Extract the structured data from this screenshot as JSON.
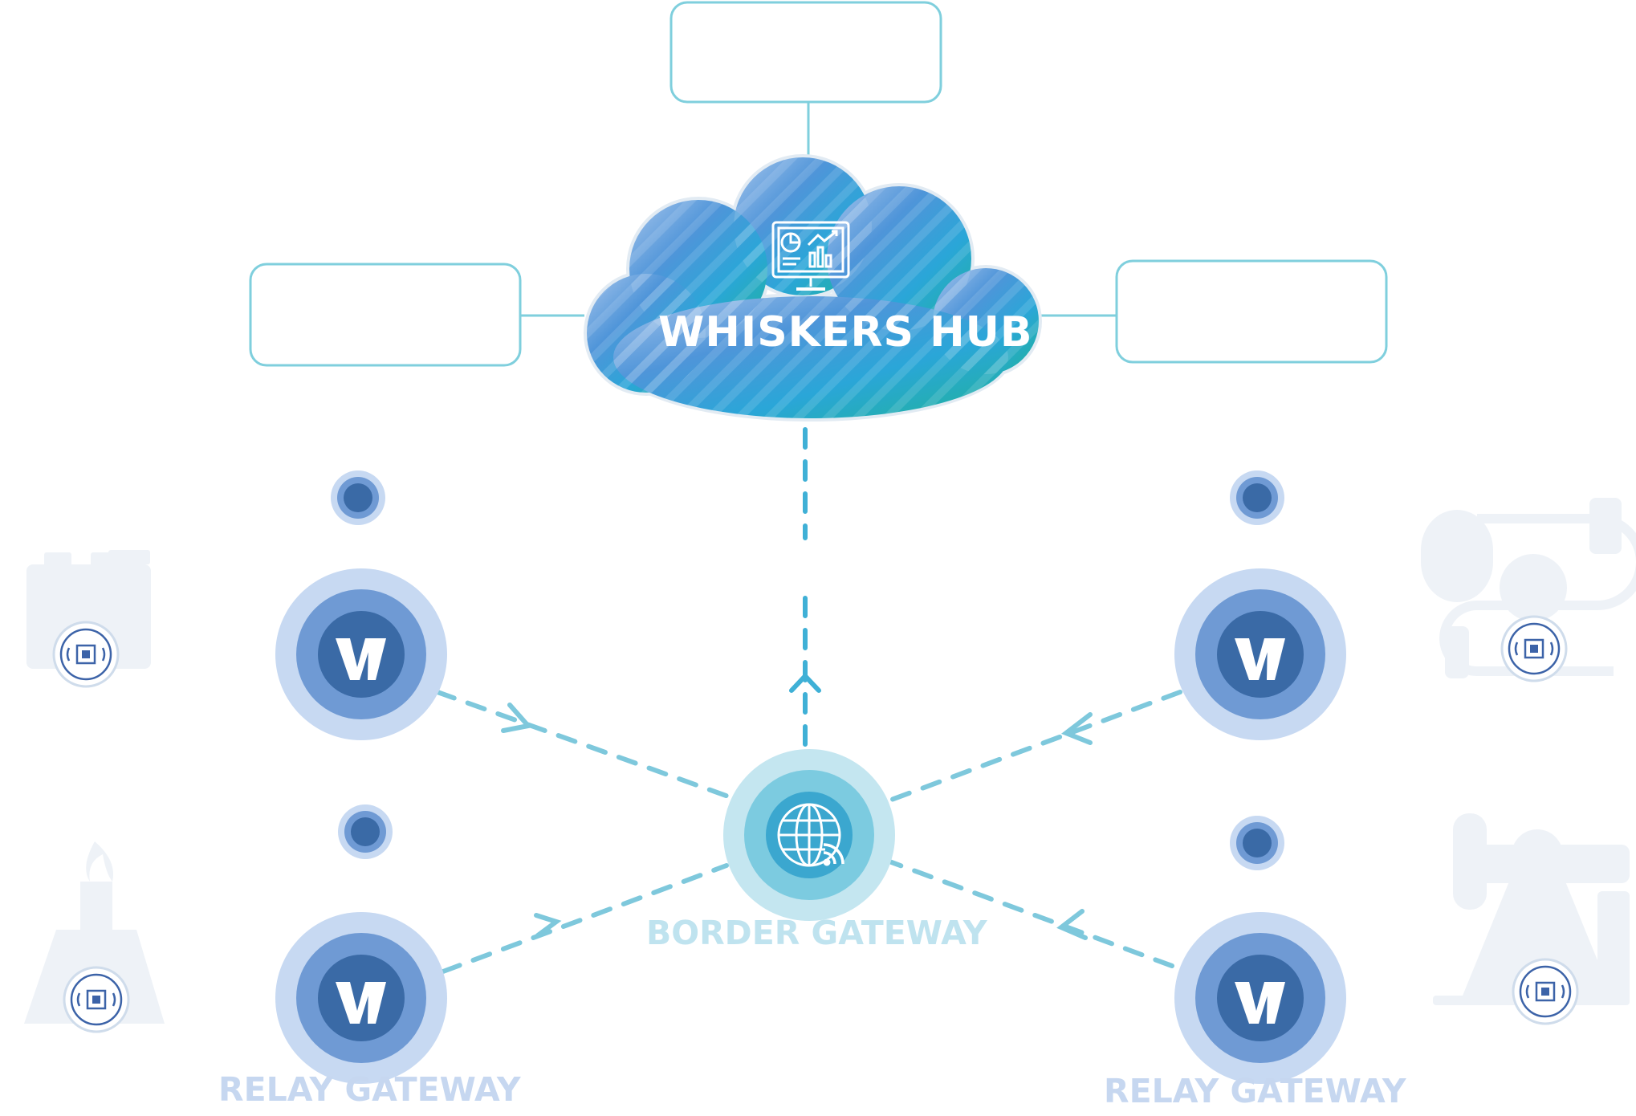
{
  "hub": {
    "title": "WHISKERS HUB",
    "icon": "monitor-analytics-icon"
  },
  "hub_connected_boxes": [
    "",
    "",
    ""
  ],
  "border_gateway": {
    "label": "BORDER GATEWAY",
    "icon": "globe-wifi-icon"
  },
  "relay_gateways": {
    "left_label": "RELAY GATEWAY",
    "right_label": "RELAY GATEWAY",
    "node_letter": "W"
  },
  "device_icons": [
    "battery-icon",
    "pipe-valve-icon",
    "gas-flare-icon",
    "oil-pumpjack-icon"
  ],
  "chip_icon": "iot-chip-icon",
  "colors": {
    "box_border": "#7fcfdd",
    "connector": "#7ec8dc",
    "node_outer": "#c7d9f2",
    "node_mid": "#6f9ad4",
    "node_inner": "#3a6aa6",
    "border_outer": "#c4e6f0",
    "border_mid": "#7ccbe0",
    "border_inner": "#3ba7cf",
    "hub_left": "#6a8ed0",
    "hub_right": "#22b3a6",
    "ghost": "#e9eef4"
  }
}
